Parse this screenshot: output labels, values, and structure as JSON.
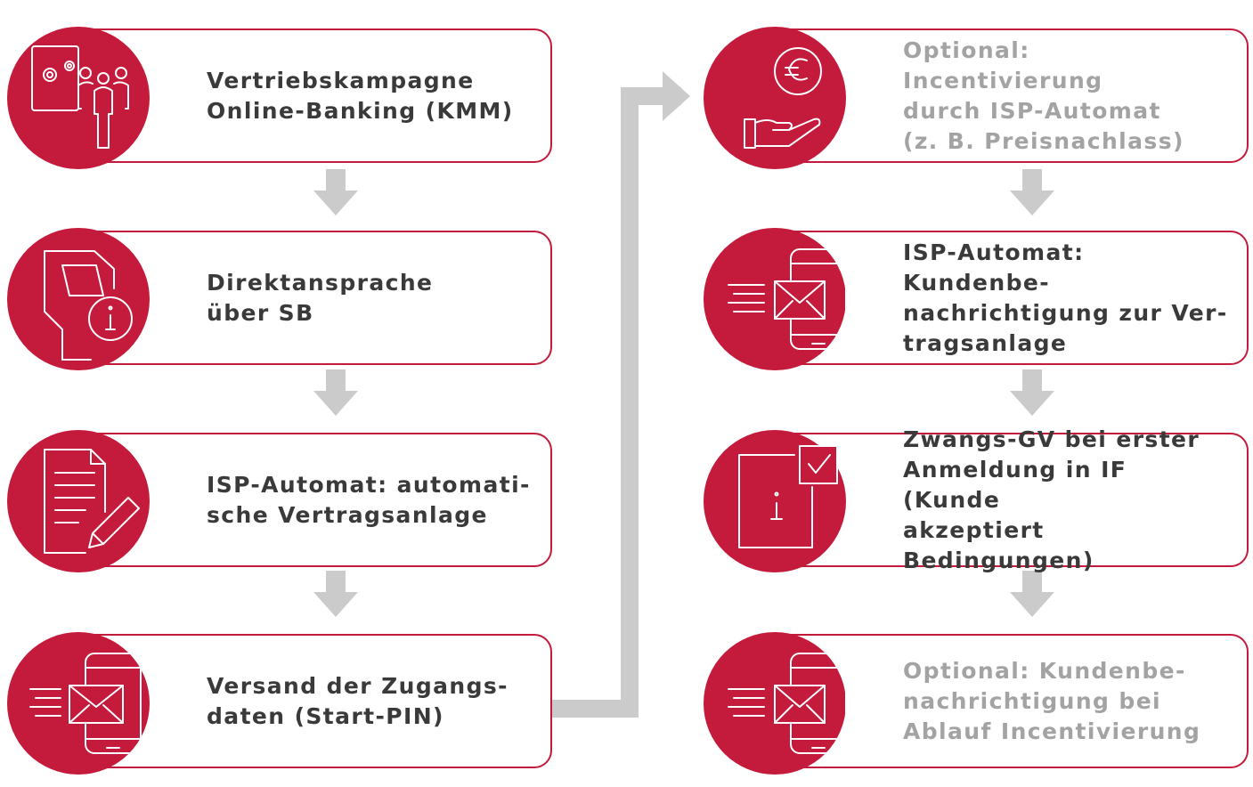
{
  "colors": {
    "accent": "#c41a3b",
    "arrow": "#cbcbcb",
    "muted": "#a3a3a3",
    "background": "#ffffff"
  },
  "left_column": [
    {
      "icon": "settings-people-icon",
      "text": "Vertriebskampagne\nOnline-Banking (KMM)",
      "optional": false
    },
    {
      "icon": "kiosk-info-icon",
      "text": "Direktansprache\nüber SB",
      "optional": false
    },
    {
      "icon": "contract-edit-icon",
      "text": "ISP-Automat: automati-\nsche Vertragsanlage",
      "optional": false
    },
    {
      "icon": "phone-mail-icon",
      "text": "Versand der Zugangs-\ndaten (Start-PIN)",
      "optional": false
    }
  ],
  "right_column": [
    {
      "icon": "euro-hand-icon",
      "text": "Optional: Incentivierung\ndurch ISP-Automat\n(z. B. Preisnachlass)",
      "optional": true
    },
    {
      "icon": "phone-mail-icon",
      "text": "ISP-Automat: Kundenbe-\nnachrichtigung zur Ver-\ntragsanlage",
      "optional": false
    },
    {
      "icon": "info-checkbox-icon",
      "text": "Zwangs-GV bei erster\nAnmeldung in IF (Kunde\nakzeptiert Bedingungen)",
      "optional": false
    },
    {
      "icon": "phone-mail-icon",
      "text": "Optional: Kundenbe-\nnachrichtigung bei\nAblauf Incentivierung",
      "optional": true
    }
  ]
}
